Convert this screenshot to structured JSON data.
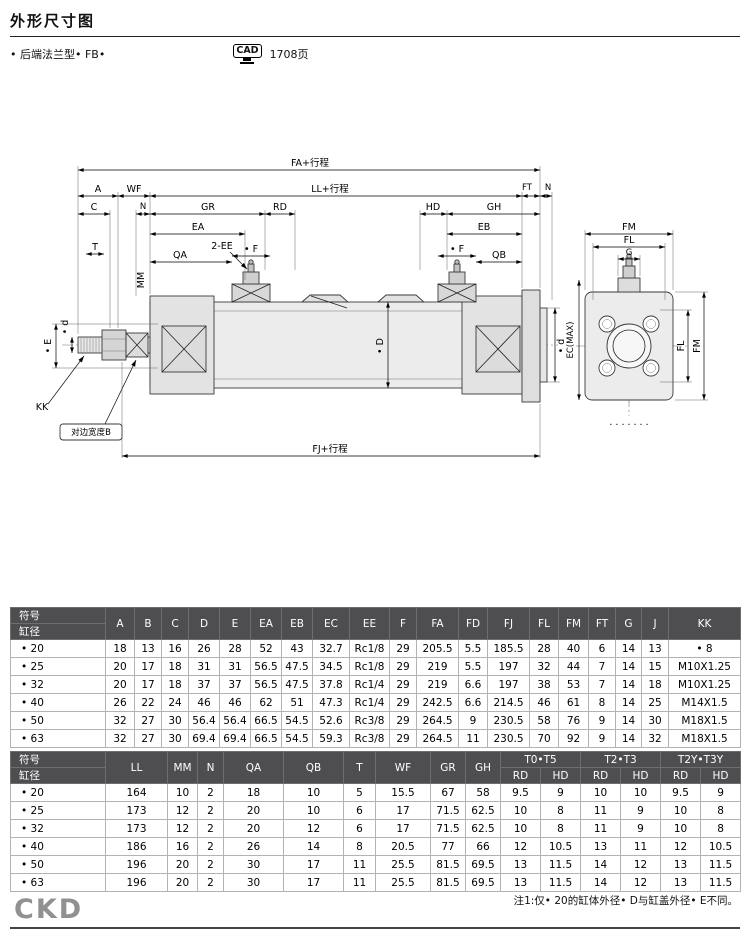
{
  "page": {
    "title": "外形尺寸图",
    "subtitle": "• 后端法兰型• FB•",
    "cad_label": "CAD",
    "cad_page": "1708页",
    "note": "注1:仅• 20的缸体外径• D与缸盖外径• E不同。",
    "logo": "CKD"
  },
  "drawing": {
    "dims": {
      "fa": "FA+行程",
      "a": "A",
      "wf": "WF",
      "ll": "LL+行程",
      "ft": "FT",
      "n1": "N",
      "c": "C",
      "n2": "N",
      "gr": "GR",
      "rd": "RD",
      "hd": "HD",
      "gh": "GH",
      "ea": "EA",
      "eb": "EB",
      "t": "T",
      "qa": "QA",
      "ee": "2-EE",
      "f1": "• F",
      "f2": "• F",
      "qb": "QB",
      "mm": "MM",
      "e": "• E",
      "d1": "• d",
      "dd": "• D",
      "d2": "• d",
      "kk": "KK",
      "flat_b": "对边宽度B",
      "fj": "FJ+行程",
      "fm1": "FM",
      "fl1": "FL",
      "g": "G",
      "ec": "EC(MAX)",
      "fl2": "FL",
      "fm2": "FM",
      "dots": "· · · · · · ·"
    }
  },
  "table1": {
    "corner_top": "符号",
    "corner_bottom": "缸径",
    "header": [
      "A",
      "B",
      "C",
      "D",
      "E",
      "EA",
      "EB",
      "EC",
      "EE",
      "F",
      "FA",
      "FD",
      "FJ",
      "FL",
      "FM",
      "FT",
      "G",
      "J",
      "KK"
    ],
    "rows": [
      [
        "• 20",
        "18",
        "13",
        "16",
        "26",
        "28",
        "52",
        "43",
        "32.7",
        "Rc1/8",
        "29",
        "205.5",
        "5.5",
        "185.5",
        "28",
        "40",
        "6",
        "14",
        "13",
        "• 8"
      ],
      [
        "• 25",
        "20",
        "17",
        "18",
        "31",
        "31",
        "56.5",
        "47.5",
        "34.5",
        "Rc1/8",
        "29",
        "219",
        "5.5",
        "197",
        "32",
        "44",
        "7",
        "14",
        "15",
        "M10X1.25"
      ],
      [
        "• 32",
        "20",
        "17",
        "18",
        "37",
        "37",
        "56.5",
        "47.5",
        "37.8",
        "Rc1/4",
        "29",
        "219",
        "6.6",
        "197",
        "38",
        "53",
        "7",
        "14",
        "18",
        "M10X1.25"
      ],
      [
        "• 40",
        "26",
        "22",
        "24",
        "46",
        "46",
        "62",
        "51",
        "47.3",
        "Rc1/4",
        "29",
        "242.5",
        "6.6",
        "214.5",
        "46",
        "61",
        "8",
        "14",
        "25",
        "M14X1.5"
      ],
      [
        "• 50",
        "32",
        "27",
        "30",
        "56.4",
        "56.4",
        "66.5",
        "54.5",
        "52.6",
        "Rc3/8",
        "29",
        "264.5",
        "9",
        "230.5",
        "58",
        "76",
        "9",
        "14",
        "30",
        "M18X1.5"
      ],
      [
        "• 63",
        "32",
        "27",
        "30",
        "69.4",
        "69.4",
        "66.5",
        "54.5",
        "59.3",
        "Rc3/8",
        "29",
        "264.5",
        "11",
        "230.5",
        "70",
        "92",
        "9",
        "14",
        "32",
        "M18X1.5"
      ]
    ]
  },
  "table2": {
    "corner_top": "符号",
    "corner_bottom": "缸径",
    "header": [
      "LL",
      "MM",
      "N",
      "QA",
      "QB",
      "T",
      "WF",
      "GR",
      "GH"
    ],
    "groups": [
      "T0•T5",
      "T2•T3",
      "T2Y•T3Y"
    ],
    "sub": [
      "RD",
      "HD",
      "RD",
      "HD",
      "RD",
      "HD"
    ],
    "rows": [
      [
        "• 20",
        "164",
        "10",
        "2",
        "18",
        "10",
        "5",
        "15.5",
        "67",
        "58",
        "9.5",
        "9",
        "10",
        "10",
        "9.5",
        "9"
      ],
      [
        "• 25",
        "173",
        "12",
        "2",
        "20",
        "10",
        "6",
        "17",
        "71.5",
        "62.5",
        "10",
        "8",
        "11",
        "9",
        "10",
        "8"
      ],
      [
        "• 32",
        "173",
        "12",
        "2",
        "20",
        "12",
        "6",
        "17",
        "71.5",
        "62.5",
        "10",
        "8",
        "11",
        "9",
        "10",
        "8"
      ],
      [
        "• 40",
        "186",
        "16",
        "2",
        "26",
        "14",
        "8",
        "20.5",
        "77",
        "66",
        "12",
        "10.5",
        "13",
        "11",
        "12",
        "10.5"
      ],
      [
        "• 50",
        "196",
        "20",
        "2",
        "30",
        "17",
        "11",
        "25.5",
        "81.5",
        "69.5",
        "13",
        "11.5",
        "14",
        "12",
        "13",
        "11.5"
      ],
      [
        "• 63",
        "196",
        "20",
        "2",
        "30",
        "17",
        "11",
        "25.5",
        "81.5",
        "69.5",
        "13",
        "11.5",
        "14",
        "12",
        "13",
        "11.5"
      ]
    ]
  }
}
